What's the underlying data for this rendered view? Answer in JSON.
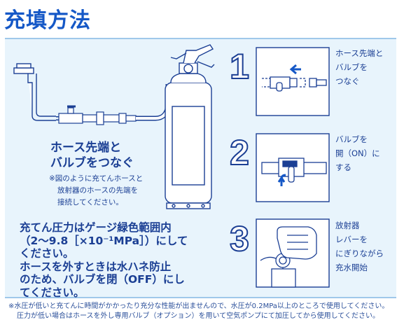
{
  "title": "充填方法",
  "instruction": {
    "heading_line1": "ホース先端と",
    "heading_line2": "バルブをつなぐ",
    "note_line1": "※図のように充てんホースと",
    "note_line2": "放射器のホースの先端を",
    "note_line3": "接続してください。"
  },
  "notice": {
    "line1": "充てん圧力はゲージ緑色範囲内",
    "line2": "（2～9.8［×10⁻¹MPa］）にして",
    "line3": "ください。",
    "line4": "ホースを外すときは水ハネ防止",
    "line5": "のため、バルブを閉（OFF）にし",
    "line6": "てください。"
  },
  "steps": [
    {
      "number": "1",
      "line1": "ホース先端と",
      "line2": "バルブを",
      "line3": "つなぐ"
    },
    {
      "number": "2",
      "line1": "バルブを",
      "line2": "開（ON）に",
      "line3": "する"
    },
    {
      "number": "3",
      "line1": "放射器",
      "line2": "レバーを",
      "line3": "にぎりながら",
      "line4": "充水開始"
    }
  ],
  "footer": {
    "line1": "※水圧が低いと充てんに時間がかかったり充分な性能が出ませんので、水圧が0.2MPa以上のところで使用してください。",
    "line2": "圧力が低い場合はホースを外し専用バルブ（オプション）を用いて空気ポンプにて加圧してから使用してください。"
  },
  "colors": {
    "title": "#1558c7",
    "panel": "#e8f4fc",
    "ink": "#1b3f94",
    "arrow": "#1558c7"
  }
}
